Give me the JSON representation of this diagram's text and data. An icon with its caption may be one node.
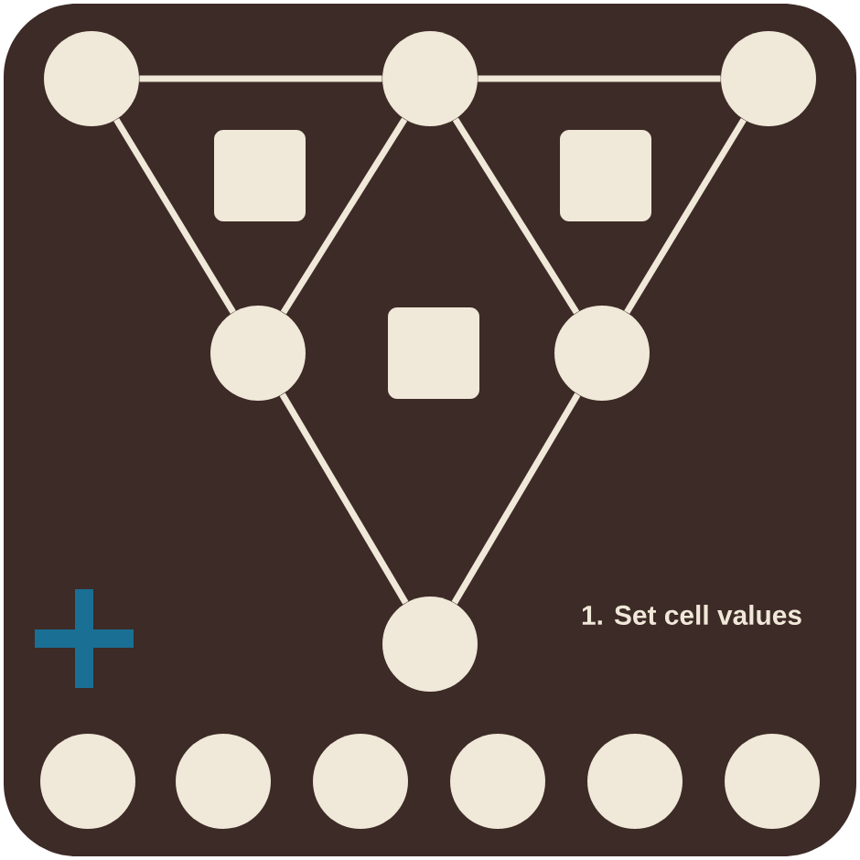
{
  "diagram": {
    "nodes": [
      {
        "text": [],
        "shape": "circle"
      },
      {
        "text": [],
        "shape": "circle"
      },
      {
        "text": [],
        "shape": "circle"
      },
      {
        "text": [],
        "shape": "box"
      },
      {
        "text": [],
        "shape": "box"
      },
      {
        "text": [],
        "shape": "circle"
      },
      {
        "text": [],
        "shape": "box"
      },
      {
        "text": [],
        "shape": "circle"
      },
      {
        "text": [],
        "shape": "circle"
      },
      {
        "text": [],
        "shape": "circle"
      },
      {
        "text": [],
        "shape": "circle"
      },
      {
        "text": [],
        "shape": "circle"
      },
      {
        "text": [],
        "shape": "circle"
      },
      {
        "text": [],
        "shape": "circle"
      },
      {
        "text": [],
        "shape": "circle"
      }
    ],
    "edges": [
      {
        "from": 0,
        "to": 1,
        "arrow": "none"
      },
      {
        "from": 1,
        "to": 2,
        "arrow": "none"
      },
      {
        "from": 0,
        "to": 5,
        "arrow": "none"
      },
      {
        "from": 5,
        "to": 1,
        "arrow": "none"
      },
      {
        "from": 1,
        "to": 7,
        "arrow": "none"
      },
      {
        "from": 7,
        "to": 2,
        "arrow": "none"
      },
      {
        "from": 5,
        "to": 8,
        "arrow": "none"
      },
      {
        "from": 7,
        "to": 8,
        "arrow": "none"
      }
    ],
    "labels": [
      "1. Set cell values"
    ]
  }
}
